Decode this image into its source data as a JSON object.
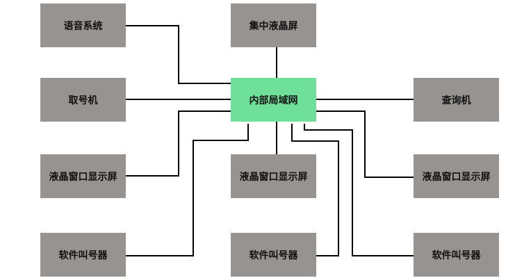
{
  "hub": {
    "label": "内部局域网",
    "color": "#6ee09a"
  },
  "node_color": "#979391",
  "nodes": {
    "voice": "语音系统",
    "central_lcd": "集中液晶屏",
    "ticket_machine": "取号机",
    "query_machine": "查询机",
    "lcd_left": "液晶窗口显示屏",
    "lcd_middle": "液晶窗口显示屏",
    "lcd_right": "液晶窗口显示屏",
    "caller_left": "软件叫号器",
    "caller_middle": "软件叫号器",
    "caller_right": "软件叫号器"
  }
}
